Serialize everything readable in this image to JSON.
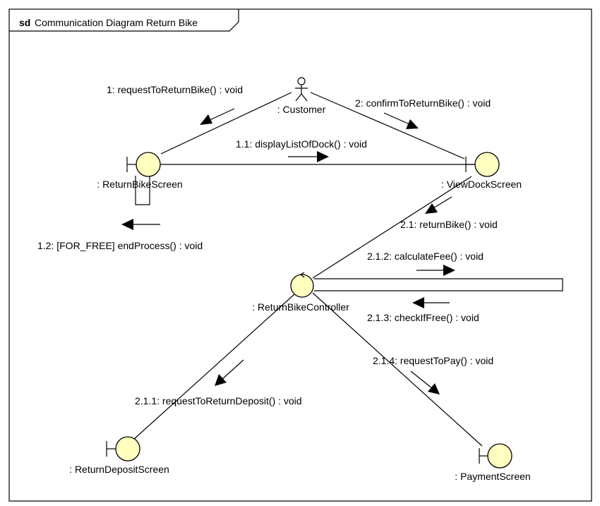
{
  "frame": {
    "keyword": "sd",
    "title": "Communication Diagram Return Bike"
  },
  "lifelines": {
    "customer": ": Customer",
    "return_bike_screen": ": ReturnBikeScreen",
    "view_dock_screen": ": ViewDockScreen",
    "return_bike_controller": ": ReturnBikeController",
    "return_deposit_screen": ": ReturnDepositScreen",
    "payment_screen": ": PaymentScreen"
  },
  "messages": {
    "m1": "1: requestToReturnBike() : void",
    "m1_1": "1.1: displayListOfDock() : void",
    "m1_2": "1.2: [FOR_FREE] endProcess() : void",
    "m2": "2: confirmToReturnBike() : void",
    "m2_1": "2.1: returnBike() : void",
    "m2_1_1": "2.1.1: requestToReturnDeposit() : void",
    "m2_1_2": "2.1.2: calculateFee() : void",
    "m2_1_3": "2.1.3: checkIfFree() : void",
    "m2_1_4": "2.1.4: requestToPay() : void"
  }
}
